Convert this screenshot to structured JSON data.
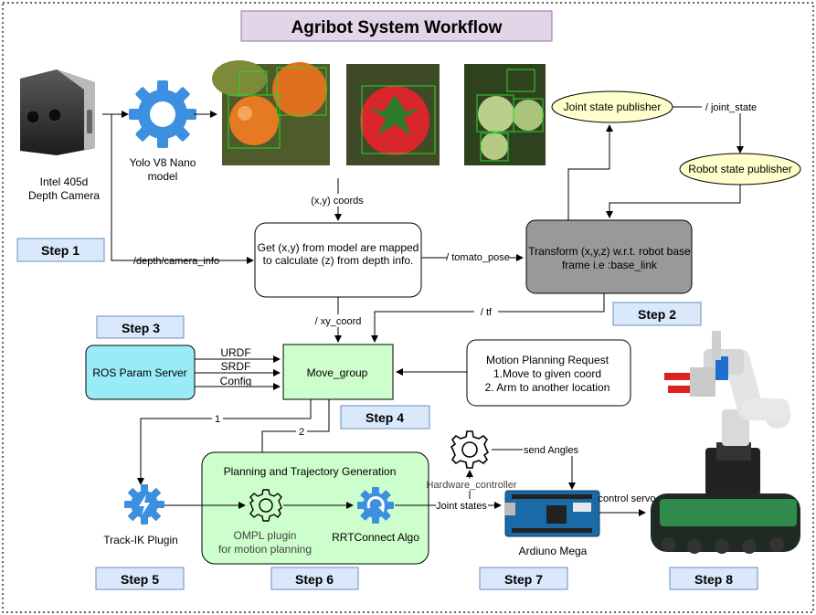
{
  "title": "Agribot System Workflow",
  "camera": {
    "line1": "Intel 405d",
    "line2": "Depth Camera"
  },
  "yolo": {
    "line1": "Yolo V8 Nano",
    "line2": "model"
  },
  "steps": [
    "Step 1",
    "Step 2",
    "Step 3",
    "Step 4",
    "Step 5",
    "Step 6",
    "Step 7",
    "Step 8"
  ],
  "mapping_box": {
    "line1": "Get (x,y) from model are mapped",
    "line2": "to  calculate (z) from depth info."
  },
  "transform_box": {
    "line1": "Transform (x,y,z) w.r.t. robot base",
    "line2": "frame i.e :base_link"
  },
  "joint_state_publisher": "Joint state publisher",
  "robot_state_publisher": "Robot state publisher",
  "edge_labels": {
    "xy_coords": "(x,y) coords",
    "depth_info": "/depth/camera_info",
    "tomato_pose": "/ tomato_pose",
    "joint_state": "/ joint_state",
    "xy_coord": "/ xy_coord",
    "tf": "/ tf",
    "urdf": "URDF",
    "srdf": "SRDF",
    "config": "Config",
    "one": "1",
    "two": "2",
    "send_angles": "send Angles",
    "hardware_controller": "Hardware_controller",
    "joint_states": "Joint states",
    "control_servo": "control servo"
  },
  "ros_param_server": "ROS Param Server",
  "move_group": "Move_group",
  "motion_request": {
    "line1": "Motion Planning Request",
    "line2": "1.Move to given coord",
    "line3": "2. Arm to another location"
  },
  "planning_group": "Planning and Trajectory Generation",
  "trackik": "Track-IK Plugin",
  "ompl": {
    "line1": "OMPL plugin",
    "line2": "for motion planning"
  },
  "rrt": "RRTConnect  Algo",
  "arduino": "Ardiuno Mega",
  "colors": {
    "title_bg": "#e1d5e7",
    "title_border": "#9673a6",
    "step_bg": "#dae8fc",
    "step_border": "#6c8ebf",
    "gear_blue": "#3d8fe0",
    "cyan_box": "#99ecf7",
    "green_box": "#ccffcc",
    "yellow_ellipse": "#ffffcc",
    "gray_box": "#999999"
  }
}
